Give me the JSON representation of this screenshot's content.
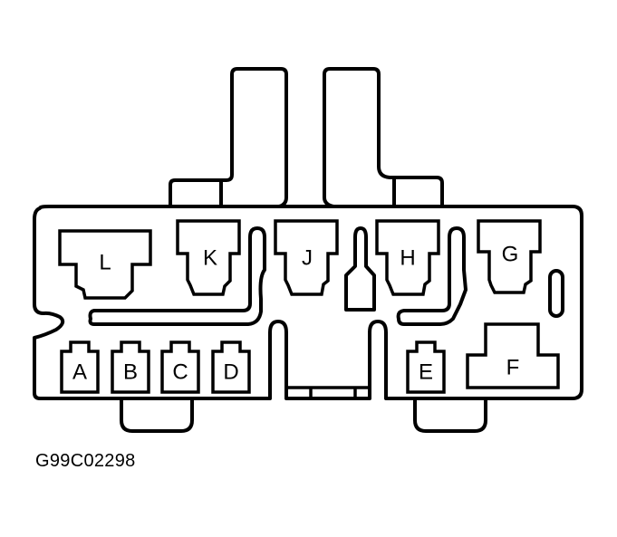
{
  "diagram": {
    "type": "connector-face-view",
    "stroke_color": "#000000",
    "background_color": "#ffffff",
    "terminals": [
      {
        "id": "L",
        "label": "L",
        "row": "upper"
      },
      {
        "id": "K",
        "label": "K",
        "row": "upper"
      },
      {
        "id": "J",
        "label": "J",
        "row": "upper"
      },
      {
        "id": "H",
        "label": "H",
        "row": "upper"
      },
      {
        "id": "G",
        "label": "G",
        "row": "upper"
      },
      {
        "id": "A",
        "label": "A",
        "row": "lower"
      },
      {
        "id": "B",
        "label": "B",
        "row": "lower"
      },
      {
        "id": "C",
        "label": "C",
        "row": "lower"
      },
      {
        "id": "D",
        "label": "D",
        "row": "lower"
      },
      {
        "id": "E",
        "label": "E",
        "row": "lower"
      },
      {
        "id": "F",
        "label": "F",
        "row": "lower"
      }
    ]
  },
  "caption": {
    "figure_id": "G99C02298"
  }
}
